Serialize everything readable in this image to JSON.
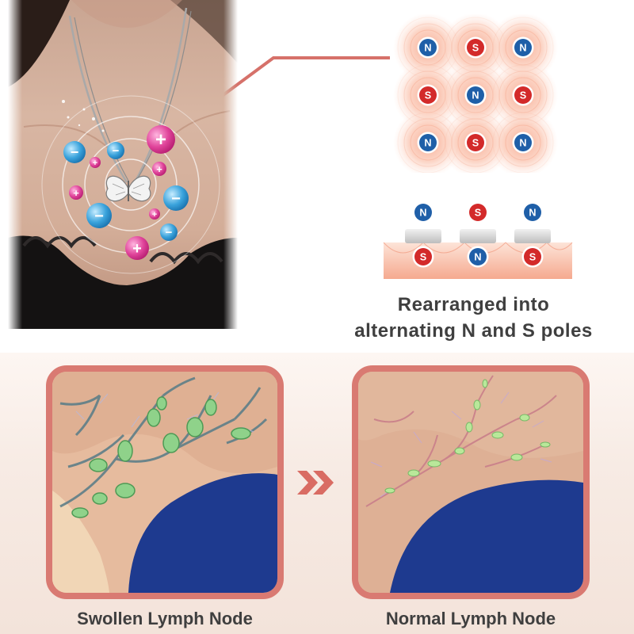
{
  "caption": {
    "line1": "Rearranged into",
    "line2": "alternating N and S poles"
  },
  "magnet_grid": {
    "rows": [
      [
        "N",
        "S",
        "N"
      ],
      [
        "S",
        "N",
        "S"
      ],
      [
        "N",
        "S",
        "N"
      ]
    ]
  },
  "pole_pairs": {
    "top": [
      "N",
      "S",
      "N"
    ],
    "bottom": [
      "S",
      "N",
      "S"
    ]
  },
  "necklace_ions": {
    "plus_symbol": "+",
    "minus_symbol": "−"
  },
  "comparison": {
    "before_label": "Swollen Lymph Node",
    "after_label": "Normal Lymph Node"
  },
  "colors": {
    "accent_frame": "#d97a72",
    "north_blue": "#1f5fa8",
    "south_red": "#d32a2a",
    "positive_ion": "#e0449a",
    "negative_ion": "#3aa3dc",
    "text": "#3f3f3f"
  },
  "icons": {
    "arrow": "double-chevron-right-icon",
    "pendant": "butterfly-pendant-icon"
  }
}
